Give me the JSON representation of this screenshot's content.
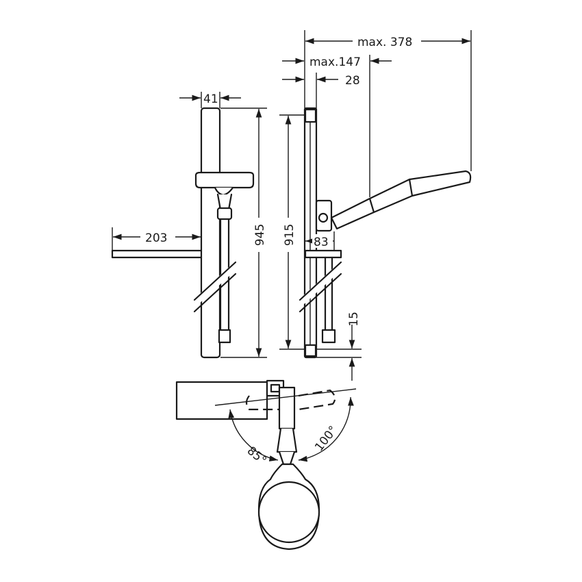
{
  "dimensions": {
    "max_reach": "max. 378",
    "max_projection": "max.147",
    "bar_depth_side": "28",
    "bar_width": "41",
    "soap_dish_projection": "203",
    "bar_length_front": "945",
    "bar_length_side": "915",
    "holder_height": "83",
    "bottom_clearance": "15",
    "swivel_left_angle": "85°",
    "swivel_right_angle": "100°"
  }
}
